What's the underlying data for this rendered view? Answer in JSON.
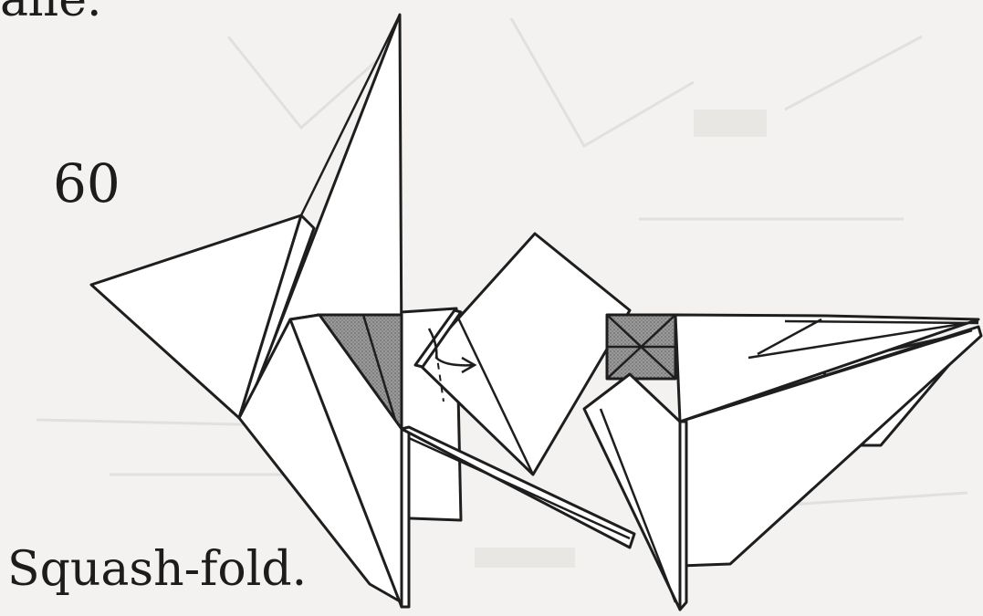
{
  "diagram": {
    "step_number": "60",
    "instruction": "Squash-fold.",
    "top_fragment": "alle."
  },
  "colors": {
    "paper": "#ffffff",
    "outline": "#1e1e1e",
    "shading": "#8c8c8c",
    "background": "#f3f2f0"
  }
}
